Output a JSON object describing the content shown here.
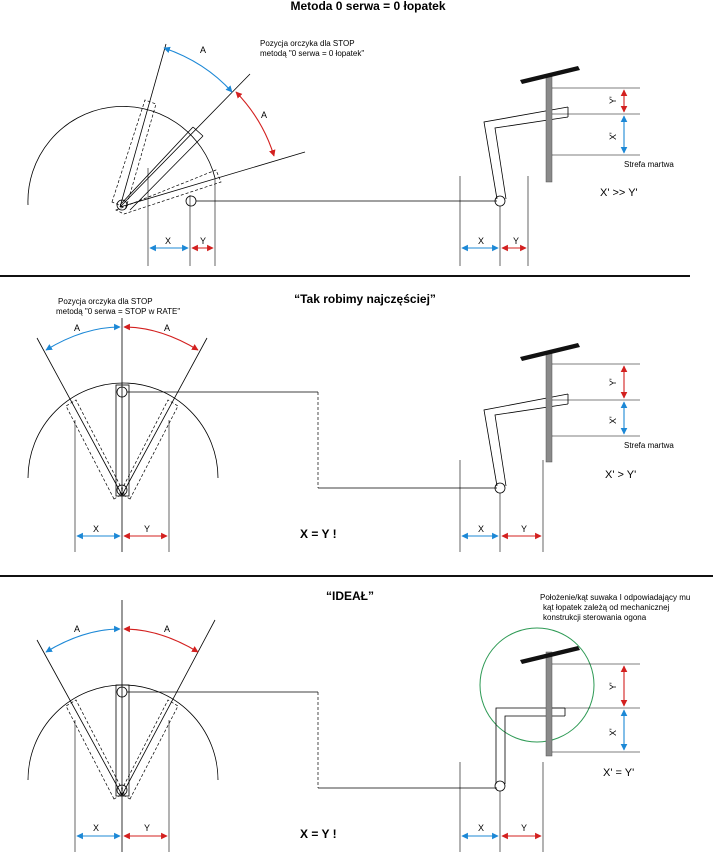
{
  "section1": {
    "title": "Metoda 0 serwa = 0 łopatek",
    "note_line1": "Pozycja orczyka dla STOP",
    "note_line2": "metodą \"0 serwa = 0 łopatek\"",
    "label_a1": "A",
    "label_a2": "A",
    "label_x_left": "X",
    "label_y_left": "Y",
    "label_x_right": "X",
    "label_y_right": "Y",
    "label_y_prime": "Y'",
    "label_x_prime": "X'",
    "dead_zone": "Strefa martwa",
    "relation": "X' >> Y'"
  },
  "section2": {
    "title": "“Tak robimy najczęściej”",
    "note_line1": "Pozycja orczyka dla STOP",
    "note_line2": "metodą \"0 serwa = STOP w RATE\"",
    "label_a1": "A",
    "label_a2": "A",
    "label_x_left": "X",
    "label_y_left": "Y",
    "equation": "X = Y !",
    "label_x_right": "X",
    "label_y_right": "Y",
    "label_y_prime": "Y'",
    "label_x_prime": "X'",
    "dead_zone": "Strefa martwa",
    "relation": "X' > Y'"
  },
  "section3": {
    "title": "“IDEAŁ”",
    "note_line1": "Położenie/kąt suwaka  I odpowiadający mu",
    "note_line2": "kąt łopatek zależą od mechanicznej",
    "note_line3": "konstrukcji sterowania ogona",
    "label_a1": "A",
    "label_a2": "A",
    "label_x_left": "X",
    "label_y_left": "Y",
    "equation": "X = Y !",
    "label_x_right": "X",
    "label_y_right": "Y",
    "label_y_prime": "Y'",
    "label_x_prime": "X'",
    "relation": "X' = Y'"
  },
  "colors": {
    "x_arrow": "#1c88d6",
    "y_arrow": "#d3201f",
    "ideal_circle": "#2e9a55",
    "pitch_rod": "#8a8a8a",
    "divider": "#111111"
  }
}
